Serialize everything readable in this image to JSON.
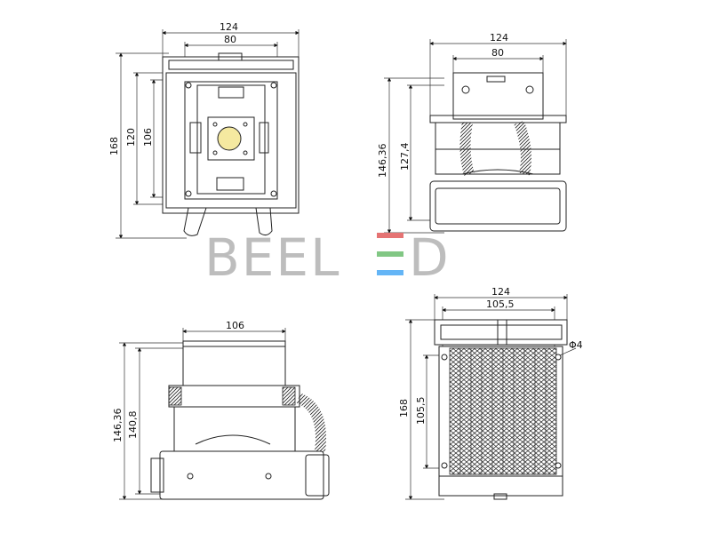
{
  "watermark": {
    "text_a": "BEEL",
    "text_b": "E",
    "text_c": "D",
    "color": "#bdbdbd",
    "accent_colors": [
      "#e57373",
      "#81c784",
      "#64b5f6"
    ]
  },
  "views": {
    "front": {
      "width_outer": "124",
      "width_inner": "80",
      "height_outer": "168",
      "height_mid": "120",
      "height_inner": "106"
    },
    "side": {
      "width_outer": "124",
      "width_inner": "80",
      "height_outer": "146,36",
      "height_inner": "127,4"
    },
    "bottom_left": {
      "width": "106",
      "height_outer": "146,36",
      "height_inner": "140,8"
    },
    "bottom_right": {
      "width_outer": "124",
      "width_inner": "105,5",
      "height_outer": "168",
      "height_inner": "105,5",
      "hole": "Φ4"
    }
  },
  "colors": {
    "line": "#222222",
    "led": "#f5e9a0"
  }
}
